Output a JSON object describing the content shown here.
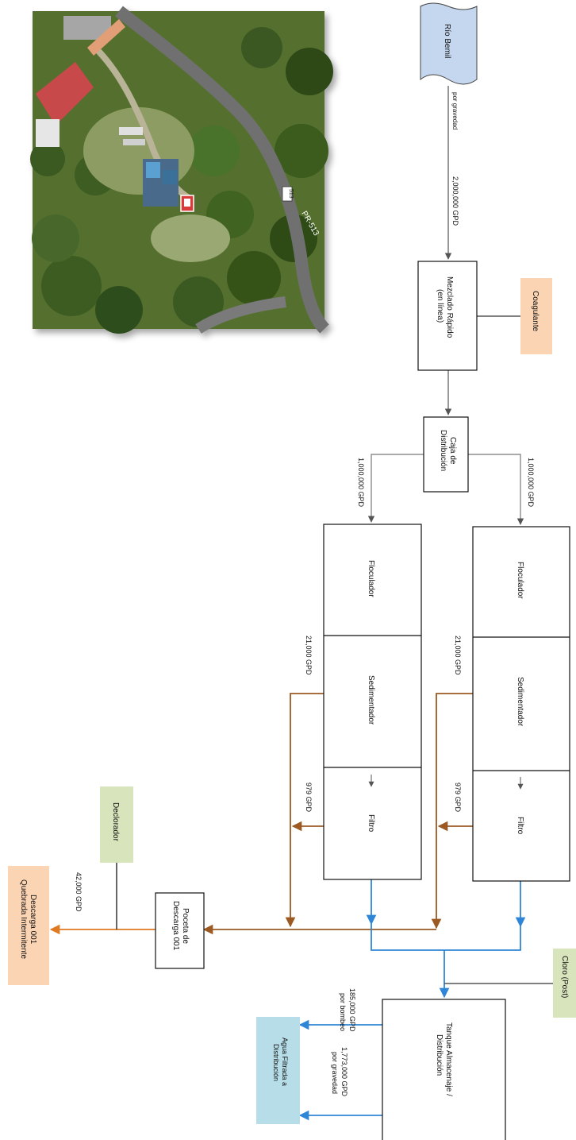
{
  "colors": {
    "gray_arrow": "#555555",
    "brown_arrow": "#9c5a22",
    "orange_arrow": "#e07a22",
    "blue_arrow": "#2f86d6",
    "river_fill": "#c5d7ee",
    "coagulant_fill": "#fbd4b4",
    "dechlorinator_fill": "#d8e4bc",
    "chlorine_fill": "#d8e4bc",
    "discharge_fill": "#fbd4b4",
    "distribution_fill": "#b7dde8"
  },
  "photo": {
    "icon": "aerial-photo",
    "marker_icon": "location-pin",
    "road_label": "PR-513",
    "road_shield": "513"
  },
  "diagram": {
    "source": "Río Bemil",
    "source_flow_mode": "por gravedad",
    "source_flow": "2,000,000 GPD",
    "rapid_mix_line1": "Mezclado Rápido",
    "rapid_mix_line2": "(en línea)",
    "coagulant": "Coagulante",
    "distribution_box_line1": "Caja de",
    "distribution_box_line2": "Distribución",
    "branch_flow_left": "1,000,000 GPD",
    "branch_flow_right": "1,000,000 GPD",
    "flocculator": "Floculador",
    "sedimentator": "Sedimentador",
    "filter": "Filtro",
    "sed_waste_flow": "21,000 GPD",
    "filter_waste_flow": "979 GPD",
    "discharge_pit_line1": "Poceta de",
    "discharge_pit_line2": "Descarga 001",
    "dechlorinator": "Declorador",
    "discharge_flow": "42,000 GPD",
    "discharge_line1": "Descarga 001",
    "discharge_line2": "Quebrada Intermitente",
    "chlorine": "Cloro (Post)",
    "tank_line1": "Tanque Almacenaje /",
    "tank_line2": "Distribución",
    "pump_flow_value": "185,000 GPD",
    "pump_flow_mode": "por bombeo",
    "gravity_flow_value": "1,773,000 GPD",
    "gravity_flow_mode": "por gravedad",
    "product_line1": "Agua Filtrada a",
    "product_line2": "Distribución"
  }
}
